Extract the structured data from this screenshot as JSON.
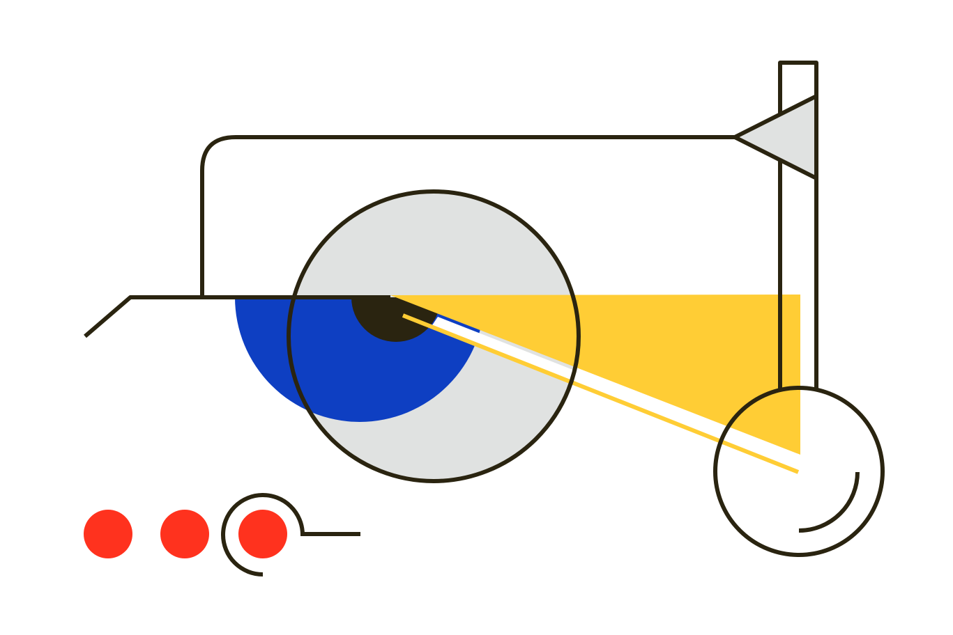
{
  "colors": {
    "background": "#ffffff",
    "outline": "#2a2410",
    "light_gray": "#e0e2e1",
    "blue": "#0e3fc2",
    "yellow": "#ffcd35",
    "red": "#ff321e",
    "dark": "#2a2410"
  },
  "shapes": [
    "large-gray-circle",
    "blue-half-disc",
    "yellow-light-beam",
    "rounded-frame",
    "vertical-post",
    "gray-triangle-flag",
    "small-wheel-circle",
    "red-dot",
    "spiral-hook"
  ]
}
